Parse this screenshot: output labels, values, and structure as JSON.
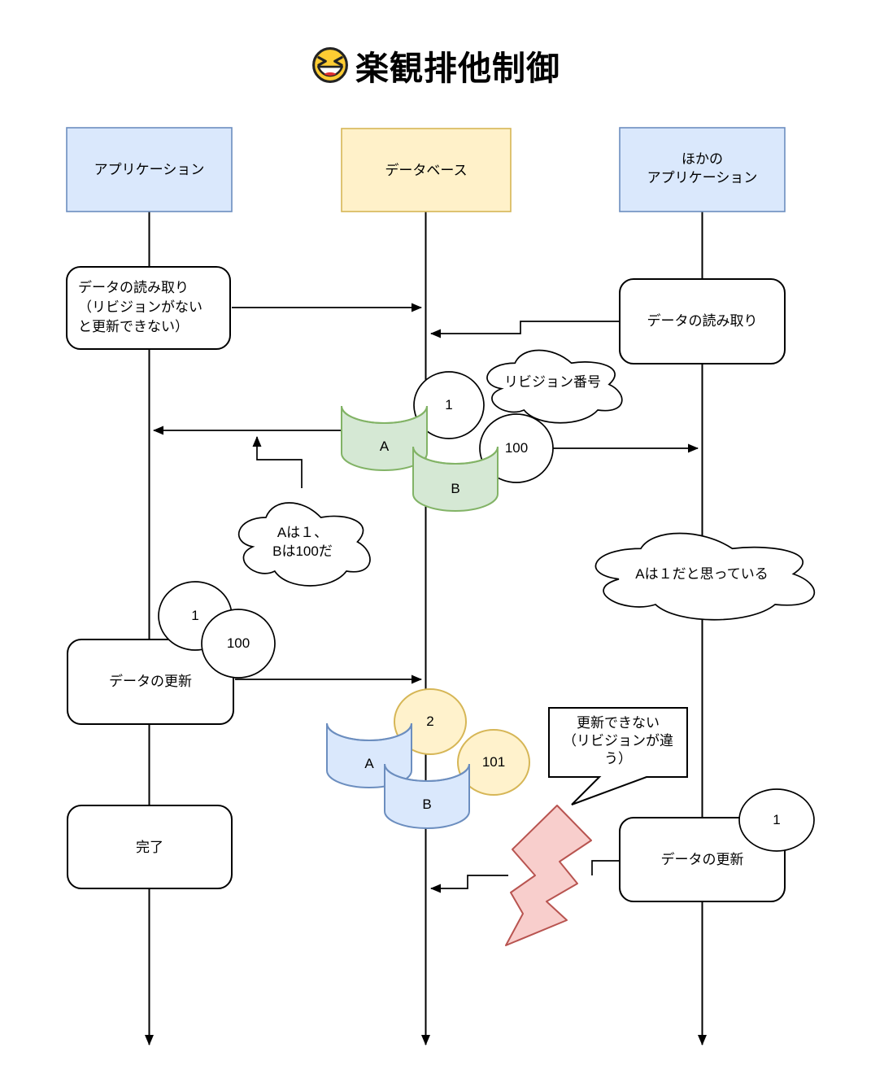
{
  "title": "楽観排他制御",
  "actors": {
    "application": "アプリケーション",
    "database": "データベース",
    "other_line1": "ほかの",
    "other_line2": "アプリケーション"
  },
  "messages": {
    "read_left_line1": "データの読み取り",
    "read_left_line2": "（リビジョンがない",
    "read_left_line3": "と更新できない）",
    "read_right": "データの読み取り",
    "update_left": "データの更新",
    "update_right": "データの更新",
    "done": "完了",
    "error_line1": "更新できない",
    "error_line2": "（リビジョンが違",
    "error_line3": "う）"
  },
  "clouds": {
    "revision": "リビジョン番号",
    "left_think_line1": "Aは１、",
    "left_think_line2": "Bは100だ",
    "right_think": "Aは１だと思っている"
  },
  "revisions": {
    "initial_a": "1",
    "initial_b": "100",
    "left_update_a": "1",
    "left_update_b": "100",
    "updated_a": "2",
    "updated_b": "101",
    "right_update": "1"
  },
  "datastores": {
    "v1_a": "A",
    "v1_b": "B",
    "v2_a": "A",
    "v2_b": "B"
  },
  "colors": {
    "actor_blue_fill": "#dae8fc",
    "actor_blue_stroke": "#6c8ebf",
    "db_yellow_fill": "#fff1c9",
    "db_yellow_stroke": "#d6b656",
    "cylinder_green_fill": "#d5e8d4",
    "cylinder_green_stroke": "#82b366",
    "cylinder_blue_fill": "#dae8fc",
    "cylinder_blue_stroke": "#6c8ebf",
    "badge_yellow_fill": "#fff2cc",
    "badge_yellow_stroke": "#d6b656",
    "lightning_fill": "#f8cecc",
    "lightning_stroke": "#b85450"
  }
}
